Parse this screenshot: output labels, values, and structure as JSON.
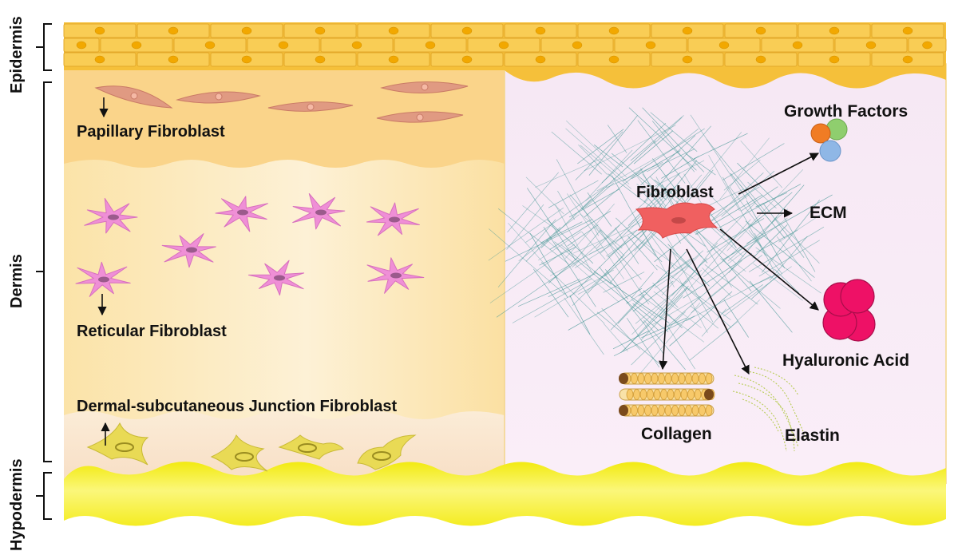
{
  "layers": {
    "epidermis": "Epidermis",
    "dermis": "Dermis",
    "hypodermis": "Hypodermis"
  },
  "left_panel": {
    "papillary": "Papillary Fibroblast",
    "reticular": "Reticular Fibroblast",
    "junction": "Dermal-subcutaneous Junction Fibroblast"
  },
  "right_panel": {
    "fibroblast": "Fibroblast",
    "growth_factors": "Growth Factors",
    "ecm": "ECM",
    "hyaluronic_acid": "Hyaluronic Acid",
    "collagen": "Collagen",
    "elastin": "Elastin"
  },
  "colors": {
    "epidermis_cell": "#f9c94a",
    "papillary_fibroblast": "#e09a82",
    "reticular_fibroblast": "#ef8fd6",
    "junction_fibroblast": "#e9da55",
    "central_fibroblast": "#f06060",
    "hyaluronic_acid": "#ee1166",
    "hypodermis": "#f6ee22",
    "right_panel_bg": "#f8ebf6",
    "ecm_fibers": "#4a9a98"
  }
}
